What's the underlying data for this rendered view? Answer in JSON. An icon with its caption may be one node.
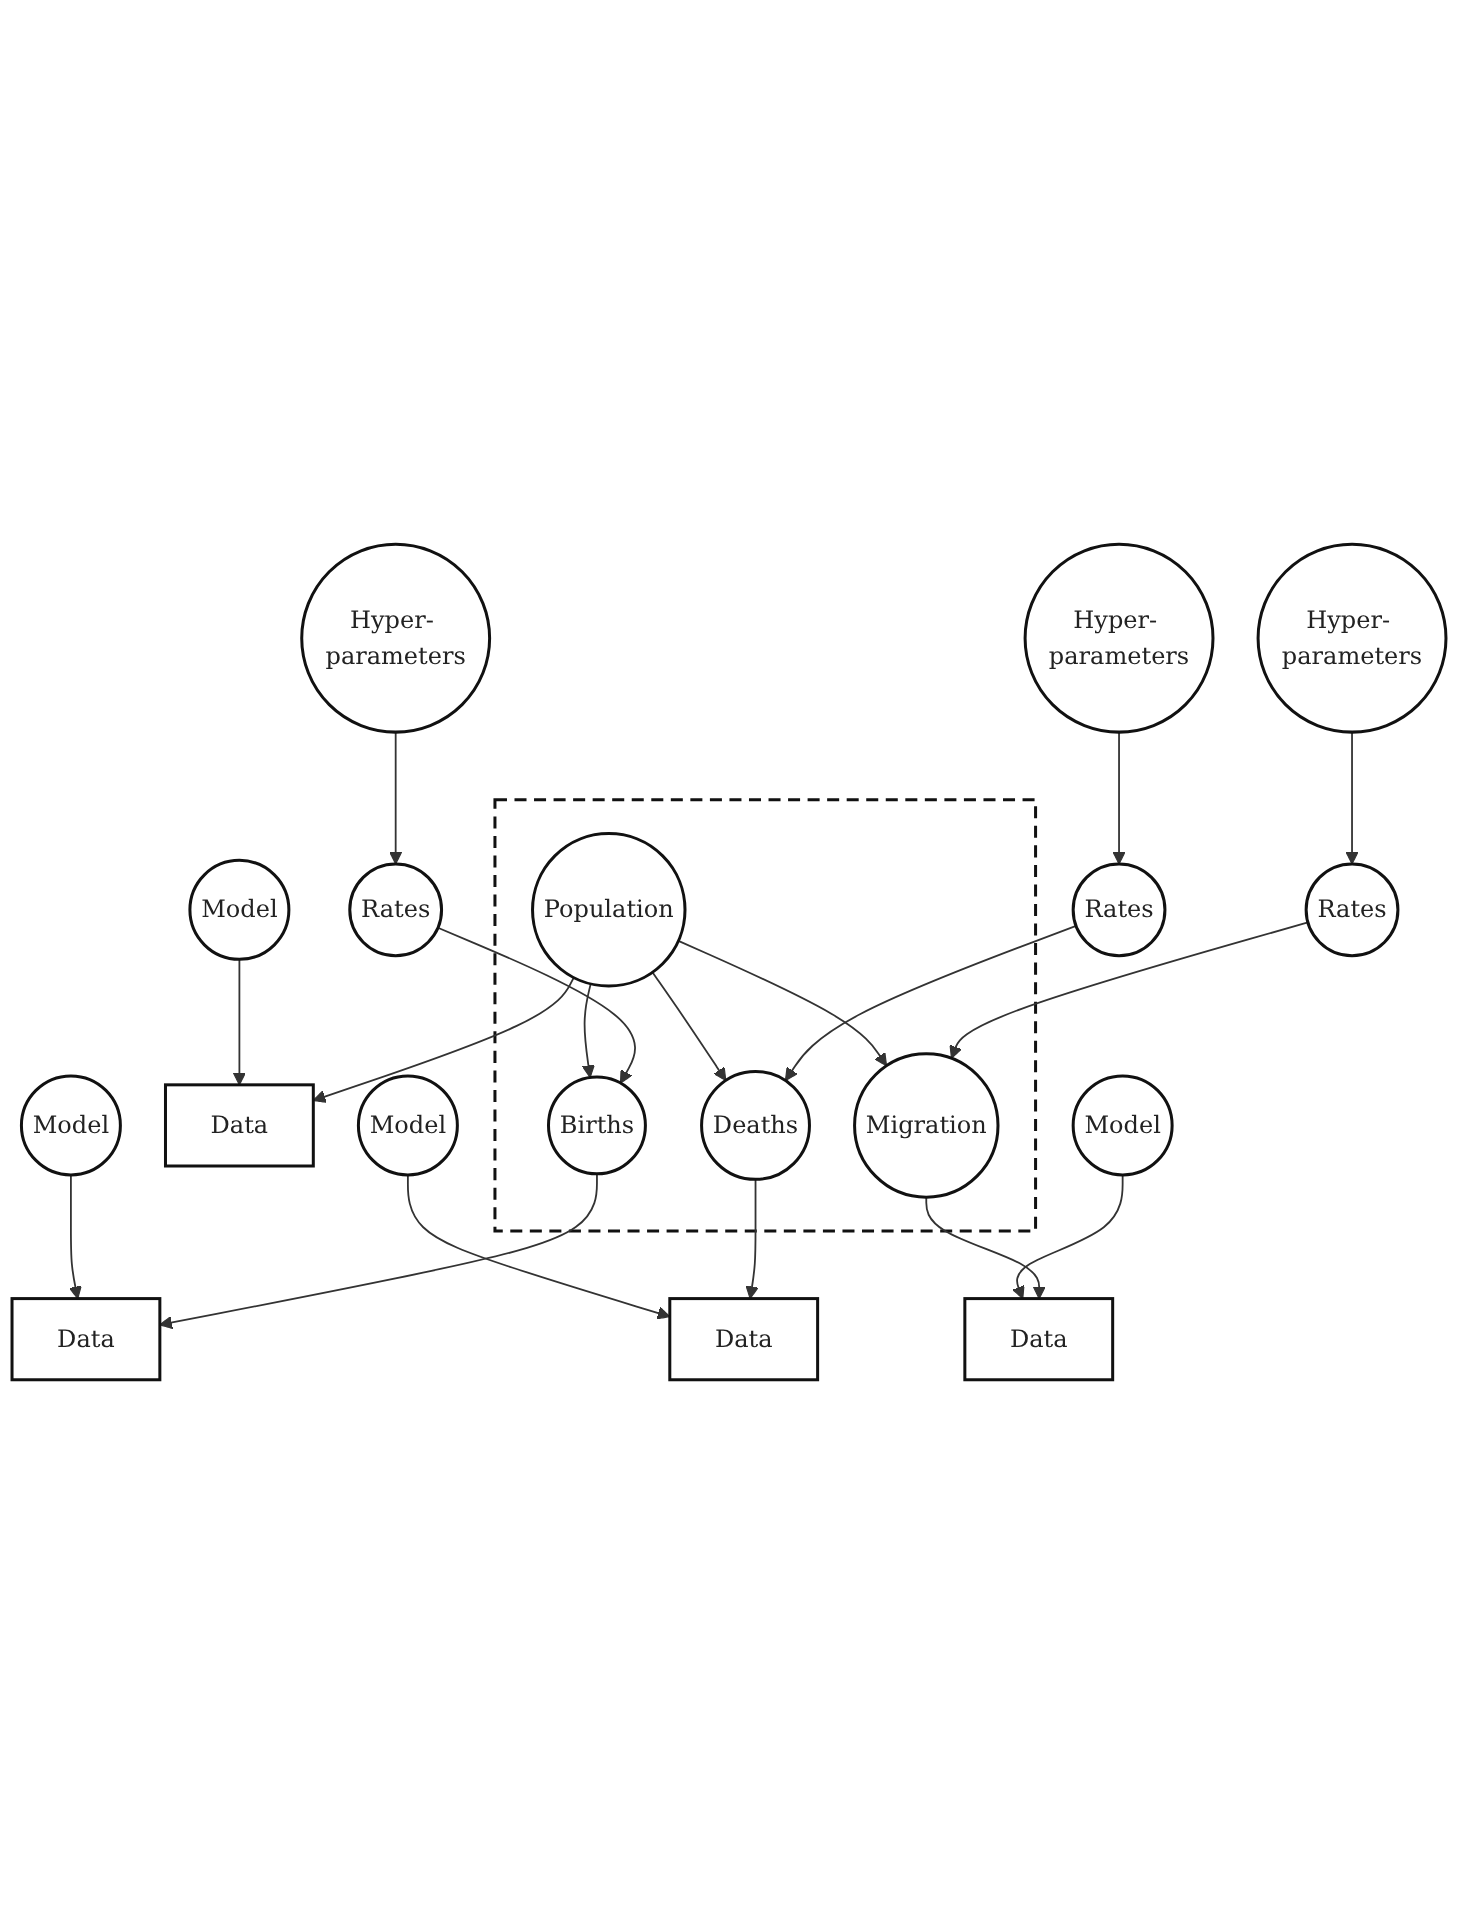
{
  "diagram": {
    "nodes": [
      {
        "text": [
          "Hyper- parameters"
        ]
      },
      {
        "text": [
          "Hyper- parameters"
        ]
      },
      {
        "text": [
          "Hyper- parameters"
        ]
      },
      {
        "text": [
          "Rates"
        ]
      },
      {
        "text": [
          "Rates"
        ]
      },
      {
        "text": [
          "Rates"
        ]
      },
      {
        "text": [],
        "shape": "box"
      },
      {
        "text": [
          "Population"
        ],
        "in": 6
      },
      {
        "text": [
          "Births"
        ],
        "in": 6
      },
      {
        "text": [
          "Deaths"
        ],
        "in": 6
      },
      {
        "text": [
          "Migration"
        ],
        "in": 6
      },
      {
        "text": [
          "Data"
        ]
      },
      {
        "text": [
          "Data"
        ]
      },
      {
        "text": [
          "Data"
        ]
      },
      {
        "text": [
          "Data"
        ]
      },
      {
        "text": [
          "Model"
        ]
      },
      {
        "text": [
          "Model"
        ]
      },
      {
        "text": [
          "Model"
        ]
      },
      {
        "text": [
          "Model"
        ]
      }
    ],
    "edges": [
      {
        "from": 0,
        "to": 3,
        "arrow": "to"
      },
      {
        "from": 1,
        "to": 4,
        "arrow": "to"
      },
      {
        "from": 2,
        "to": 5,
        "arrow": "to"
      },
      {
        "from": 3,
        "to": 8,
        "arrow": "to"
      },
      {
        "from": 4,
        "to": 9,
        "arrow": "to"
      },
      {
        "from": 5,
        "to": 10,
        "arrow": "to"
      },
      {
        "from": 7,
        "to": 8,
        "arrow": "to"
      },
      {
        "from": 7,
        "to": 9,
        "arrow": "to"
      },
      {
        "from": 7,
        "to": 10,
        "arrow": "to"
      },
      {
        "from": 7,
        "to": 11,
        "arrow": "to"
      },
      {
        "from": 8,
        "to": 12,
        "arrow": "to"
      },
      {
        "from": 9,
        "to": 13,
        "arrow": "to"
      },
      {
        "from": 10,
        "to": 14,
        "arrow": "to"
      },
      {
        "from": 15,
        "to": 11,
        "arrow": "to"
      },
      {
        "from": 16,
        "to": 12,
        "arrow": "to"
      },
      {
        "from": 17,
        "to": 13,
        "arrow": "to"
      },
      {
        "from": 18,
        "to": 14,
        "arrow": "to"
      }
    ]
  }
}
